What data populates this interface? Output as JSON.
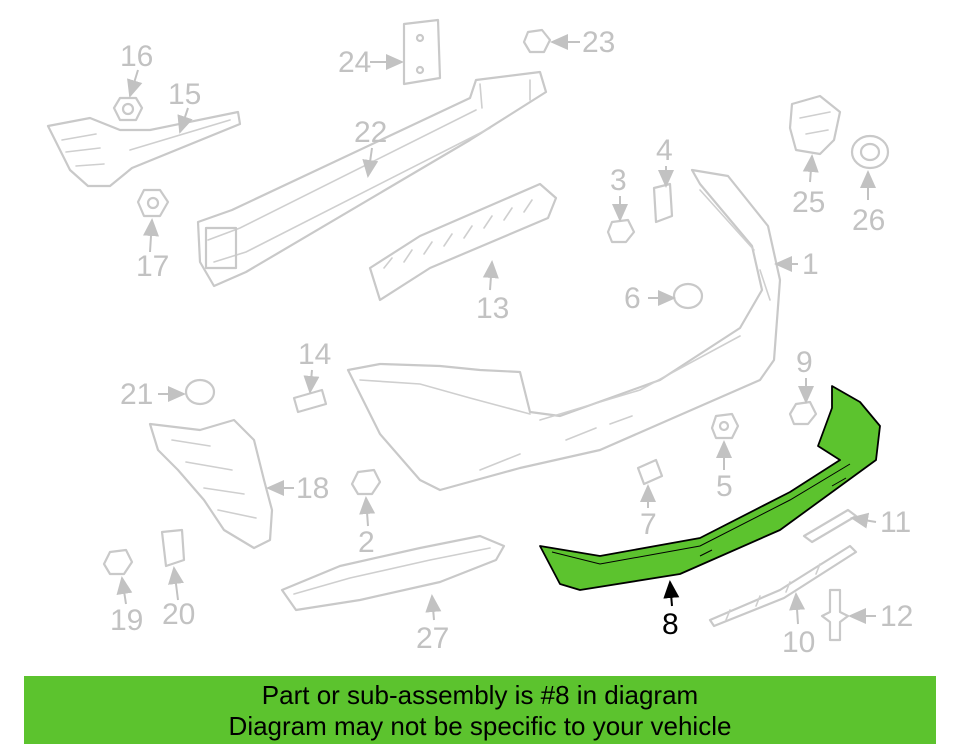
{
  "highlighted_part": "8",
  "highlight_color": "#5cc32e",
  "callouts": [
    "1",
    "2",
    "3",
    "4",
    "5",
    "6",
    "7",
    "8",
    "9",
    "10",
    "11",
    "12",
    "13",
    "14",
    "15",
    "16",
    "17",
    "18",
    "19",
    "20",
    "21",
    "22",
    "23",
    "24",
    "25",
    "26",
    "27"
  ],
  "banner": {
    "line1": "Part or sub-assembly is #8 in diagram",
    "line2": "Diagram may not be specific to your vehicle"
  }
}
